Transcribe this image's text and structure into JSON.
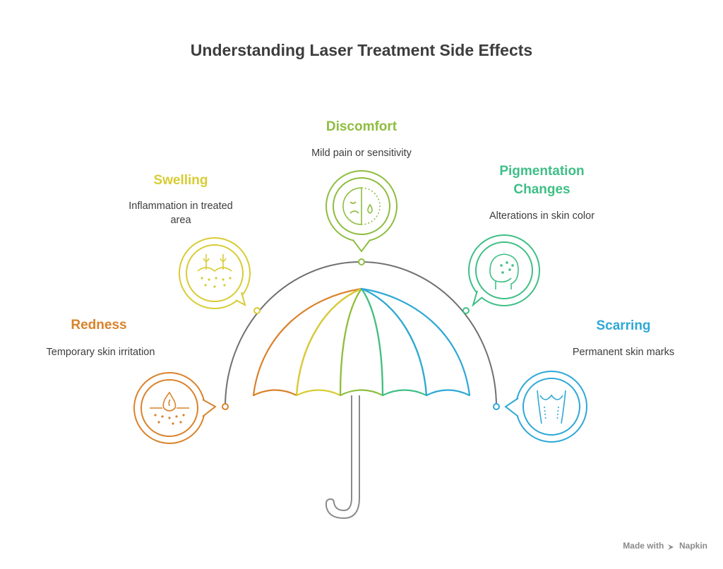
{
  "title": "Understanding Laser Treatment Side Effects",
  "items": [
    {
      "label": "Redness",
      "description": "Temporary skin irritation",
      "color": "#d9822b",
      "icon": "skin-droplet-icon"
    },
    {
      "label": "Swelling",
      "description": "Inflammation in treated area",
      "color": "#d8cc34",
      "icon": "swollen-skin-icon"
    },
    {
      "label": "Discomfort",
      "description": "Mild pain or sensitivity",
      "color": "#8ebd3f",
      "icon": "sad-face-tear-icon"
    },
    {
      "label": "Pigmentation Changes",
      "description": "Alterations in skin color",
      "color": "#3fbf86",
      "icon": "head-spots-icon"
    },
    {
      "label": "Scarring",
      "description": "Permanent skin marks",
      "color": "#2ea8d6",
      "icon": "torso-scars-icon"
    }
  ],
  "colors": {
    "arc": "#707070",
    "handle": "#8a8a8a",
    "text": "#3d3d3d"
  },
  "footer": {
    "made_with": "Made with",
    "brand": "Napkin"
  }
}
